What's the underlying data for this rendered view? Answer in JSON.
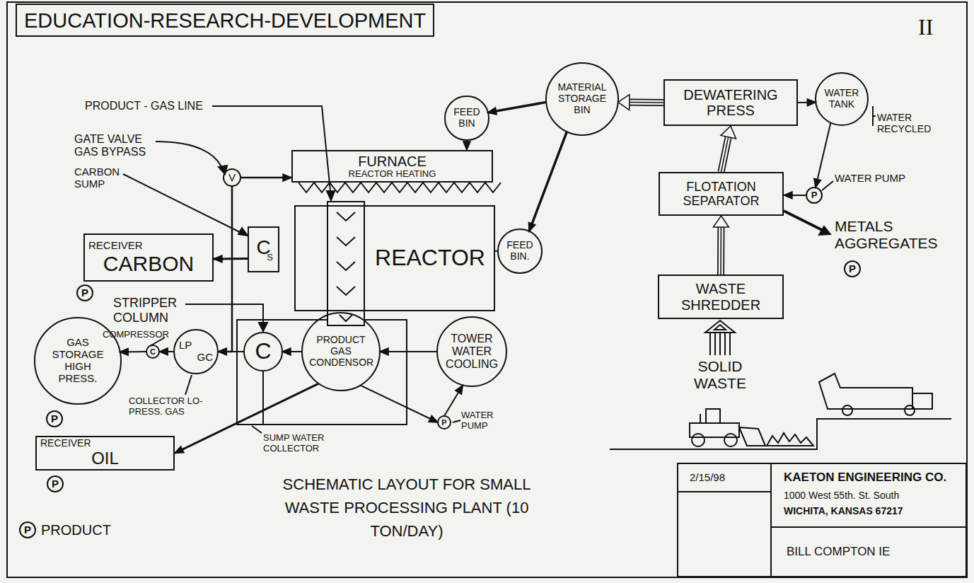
{
  "diagram": {
    "title": "EDUCATION-RESEARCH-DEVELOPMENT",
    "caption": "SCHEMATIC LAYOUT FOR SMALL WASTE PROCESSING PLANT (10 TON/DAY)",
    "nodes": [
      {
        "text": [
          "MATERIAL STORAGE BIN"
        ]
      },
      {
        "text": [
          "DEWATERING PRESS"
        ]
      },
      {
        "text": [
          "WATER TANK"
        ]
      },
      {
        "text": [
          "FEED BIN"
        ]
      },
      {
        "text": [
          "FURNACE",
          "REACTOR HEATING"
        ]
      },
      {
        "text": [
          "V"
        ]
      },
      {
        "text": [
          "FLOTATION SEPARATOR"
        ]
      },
      {
        "text": [
          "P"
        ]
      },
      {
        "text": [
          "REACTOR"
        ]
      },
      {
        "text": [
          "C",
          "S"
        ]
      },
      {
        "text": [
          "FEED BIN."
        ]
      },
      {
        "text": [
          "RECEIVER",
          "CARBON"
        ]
      },
      {
        "text": [
          "WASTE SHREDDER"
        ]
      },
      {
        "text": [
          "GAS STORAGE HIGH PRESS."
        ]
      },
      {
        "text": [
          "C"
        ]
      },
      {
        "text": [
          "LP",
          "GC"
        ]
      },
      {
        "text": [
          "C"
        ]
      },
      {
        "text": [
          "PRODUCT GAS CONDENSOR"
        ]
      },
      {
        "text": [
          "TOWER WATER COOLING"
        ]
      },
      {
        "text": [
          "P"
        ]
      },
      {
        "text": [
          "RECEIVER",
          "OIL"
        ]
      }
    ],
    "edges": [
      {
        "from": 0,
        "to": 3,
        "arrow": "to"
      },
      {
        "from": 0,
        "to": 10,
        "arrow": "to"
      },
      {
        "from": 1,
        "to": 0,
        "arrow": "to"
      },
      {
        "from": 1,
        "to": 2,
        "arrow": "to"
      },
      {
        "from": 2,
        "to": 7,
        "arrow": "to"
      },
      {
        "from": 7,
        "to": 6,
        "arrow": "to"
      },
      {
        "from": 6,
        "to": 1,
        "arrow": "to"
      },
      {
        "from": 12,
        "to": 6,
        "arrow": "to"
      },
      {
        "from": 3,
        "to": 4,
        "arrow": "to"
      },
      {
        "from": 10,
        "to": 8,
        "arrow": "none"
      },
      {
        "from": 5,
        "to": 4,
        "arrow": "to"
      },
      {
        "from": 15,
        "to": 5,
        "arrow": "none"
      },
      {
        "from": 9,
        "to": 11,
        "arrow": "to"
      },
      {
        "from": 16,
        "to": 15,
        "arrow": "to"
      },
      {
        "from": 15,
        "to": 14,
        "arrow": "to"
      },
      {
        "from": 14,
        "to": 13,
        "arrow": "to"
      },
      {
        "from": 17,
        "to": 16,
        "arrow": "to"
      },
      {
        "from": 18,
        "to": 17,
        "arrow": "to"
      },
      {
        "from": 19,
        "to": 18,
        "arrow": "to"
      },
      {
        "from": 17,
        "to": 19,
        "arrow": "to"
      },
      {
        "from": 17,
        "to": 20,
        "arrow": "to"
      }
    ],
    "labels": [
      "II",
      "PRODUCT - GAS LINE",
      "GATE VALVE GAS BYPASS",
      "WATER RECYCLED",
      "CARBON SUMP",
      "WATER PUMP",
      "METALS AGGREGATES",
      "P",
      "P",
      "STRIPPER COLUMN",
      "COMPRESSOR",
      "P",
      "COLLECTOR LO-PRESS. GAS",
      "WATER PUMP",
      "SOLID WASTE",
      "SUMP WATER COLLECTOR",
      "P",
      "P",
      "2/15/98",
      "KAETON ENGINEERING CO.",
      "1000 West 55th. St. South",
      "WICHITA, KANSAS 67217",
      "BILL COMPTON IE"
    ],
    "legend": [
      {
        "text": "PRODUCT"
      }
    ]
  }
}
